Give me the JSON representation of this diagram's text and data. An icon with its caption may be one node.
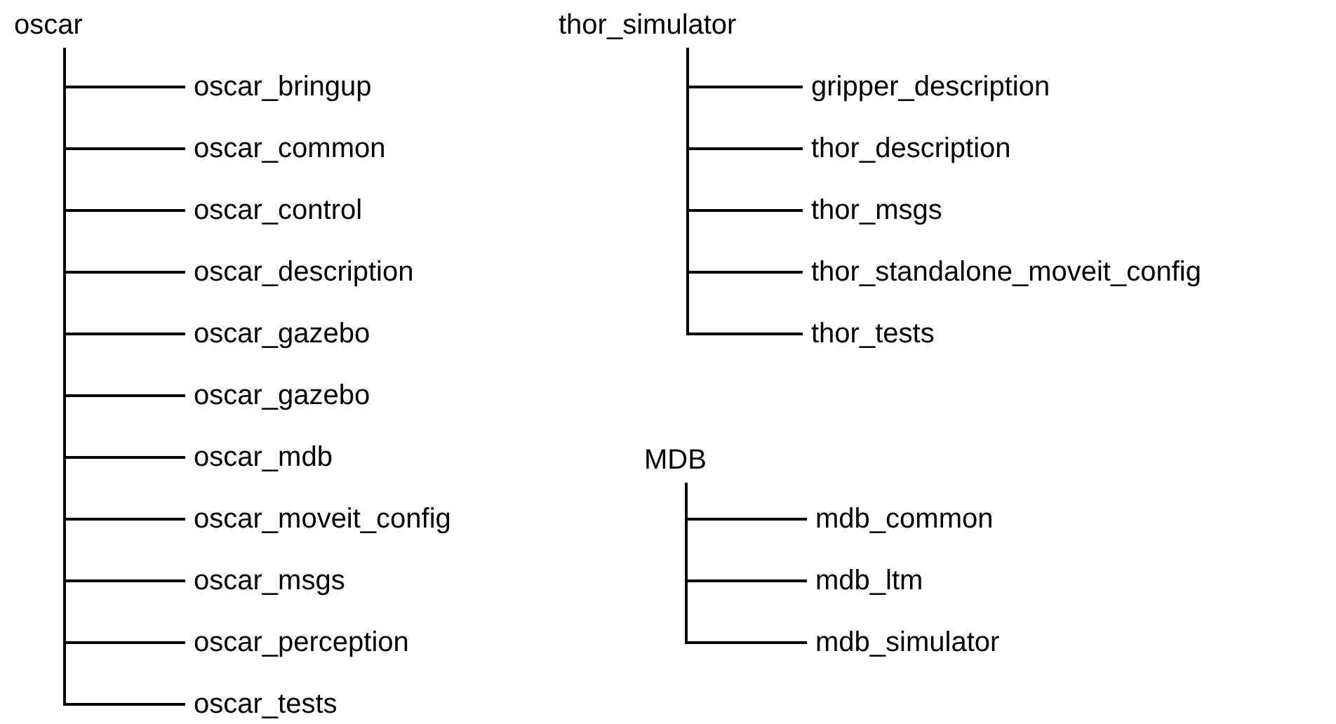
{
  "diagram": {
    "nodes": [
      {
        "text": [
          "oscar"
        ]
      },
      {
        "text": [
          "oscar_bringup"
        ]
      },
      {
        "text": [
          "oscar_common"
        ]
      },
      {
        "text": [
          "oscar_control"
        ]
      },
      {
        "text": [
          "oscar_description"
        ]
      },
      {
        "text": [
          "oscar_gazebo"
        ]
      },
      {
        "text": [
          "oscar_gazebo"
        ]
      },
      {
        "text": [
          "oscar_mdb"
        ]
      },
      {
        "text": [
          "oscar_moveit_config"
        ]
      },
      {
        "text": [
          "oscar_msgs"
        ]
      },
      {
        "text": [
          "oscar_perception"
        ]
      },
      {
        "text": [
          "oscar_tests"
        ]
      },
      {
        "text": [
          "thor_simulator"
        ]
      },
      {
        "text": [
          "gripper_description"
        ]
      },
      {
        "text": [
          "thor_description"
        ]
      },
      {
        "text": [
          "thor_msgs"
        ]
      },
      {
        "text": [
          "thor_standalone_moveit_config"
        ]
      },
      {
        "text": [
          "thor_tests"
        ]
      },
      {
        "text": [
          "MDB"
        ]
      },
      {
        "text": [
          "mdb_common"
        ]
      },
      {
        "text": [
          "mdb_ltm"
        ]
      },
      {
        "text": [
          "mdb_simulator"
        ]
      }
    ],
    "edges": [
      {
        "from": 0,
        "to": 1,
        "arrow": "none"
      },
      {
        "from": 0,
        "to": 2,
        "arrow": "none"
      },
      {
        "from": 0,
        "to": 3,
        "arrow": "none"
      },
      {
        "from": 0,
        "to": 4,
        "arrow": "none"
      },
      {
        "from": 0,
        "to": 5,
        "arrow": "none"
      },
      {
        "from": 0,
        "to": 6,
        "arrow": "none"
      },
      {
        "from": 0,
        "to": 7,
        "arrow": "none"
      },
      {
        "from": 0,
        "to": 8,
        "arrow": "none"
      },
      {
        "from": 0,
        "to": 9,
        "arrow": "none"
      },
      {
        "from": 0,
        "to": 10,
        "arrow": "none"
      },
      {
        "from": 0,
        "to": 11,
        "arrow": "none"
      },
      {
        "from": 12,
        "to": 13,
        "arrow": "none"
      },
      {
        "from": 12,
        "to": 14,
        "arrow": "none"
      },
      {
        "from": 12,
        "to": 15,
        "arrow": "none"
      },
      {
        "from": 12,
        "to": 16,
        "arrow": "none"
      },
      {
        "from": 12,
        "to": 17,
        "arrow": "none"
      },
      {
        "from": 18,
        "to": 19,
        "arrow": "none"
      },
      {
        "from": 18,
        "to": 20,
        "arrow": "none"
      },
      {
        "from": 18,
        "to": 21,
        "arrow": "none"
      }
    ]
  }
}
